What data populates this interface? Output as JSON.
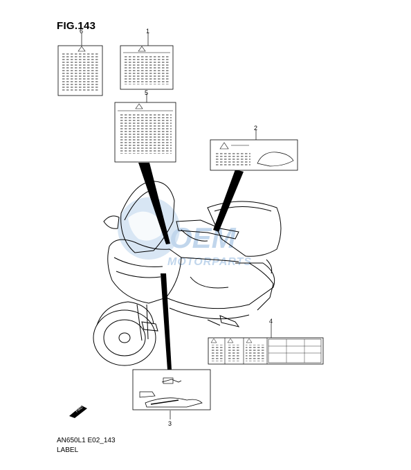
{
  "figure": {
    "title": "FIG.143",
    "code": "AN650L1 E02_143",
    "caption": "LABEL"
  },
  "watermark": {
    "line1": "OEM",
    "line2": "MOTORPARTS",
    "color": "#8fb6dd"
  },
  "callouts": [
    "1",
    "2",
    "3",
    "4",
    "5",
    "6"
  ],
  "colors": {
    "ink": "#000000",
    "paper": "#ffffff"
  }
}
